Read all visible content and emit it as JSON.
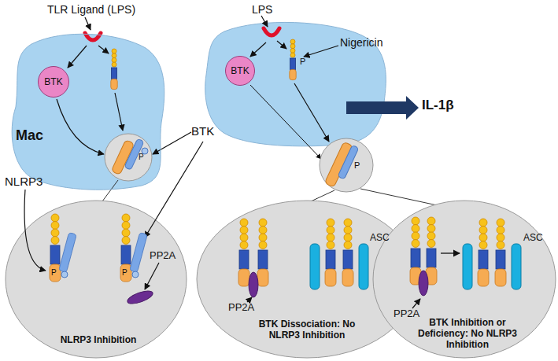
{
  "diagram": {
    "nodes": [
      {
        "text": [
          "Mac"
        ]
      },
      {
        "text": [
          "BTK"
        ],
        "in": 0
      },
      {
        "text": [
          "BTK"
        ]
      }
    ],
    "labels": [
      "TLR Ligand (LPS)",
      "LPS",
      "Nigericin",
      "P",
      "IL-1β",
      "P",
      "BTK",
      "P",
      "NLRP3",
      "ASC",
      "ASC",
      "P",
      "P",
      "PP2A",
      "PP2A",
      "PP2A",
      "NLRP3 Inhibition",
      "BTK Dissociation: No NLRP3 Inhibition",
      "BTK Inhibition or Deficiency: No NLRP3 Inhibition"
    ]
  }
}
